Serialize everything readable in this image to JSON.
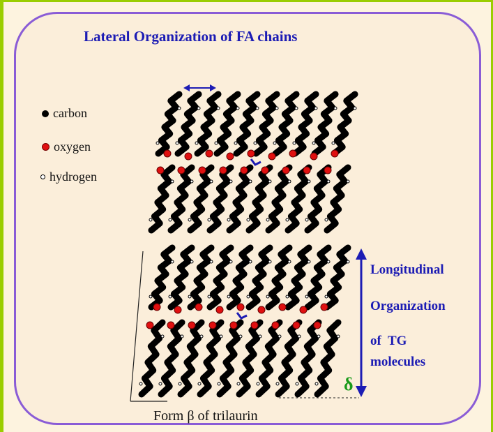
{
  "title": "Lateral Organization of FA chains",
  "legend": [
    {
      "label": "carbon",
      "icon": "carbon-atom-dot",
      "color": "#000000"
    },
    {
      "label": "oxygen",
      "icon": "oxygen-atom-dot",
      "color": "#e01010"
    },
    {
      "label": "hydrogen",
      "icon": "hydrogen-atom-dot",
      "color": "#ffffff"
    }
  ],
  "longitudinal_label": [
    "Longitudinal",
    "Organization",
    "of  TG",
    "molecules"
  ],
  "delta_symbol": "δ",
  "caption": "Form β of trilaurin",
  "colors": {
    "frame": "#9acd00",
    "panel_border": "#8a5cd6",
    "title": "#1c1cb4",
    "arrow": "#1c1cb4",
    "delta": "#1a9a1a"
  }
}
